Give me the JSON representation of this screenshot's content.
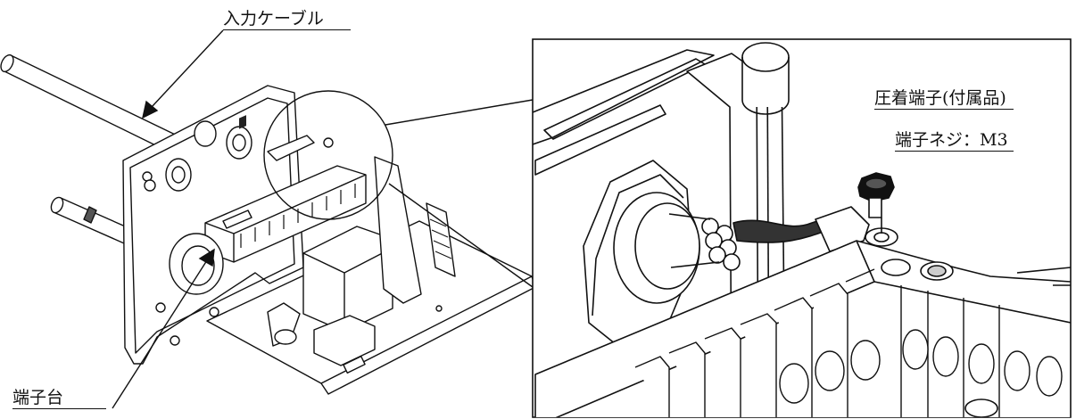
{
  "labels": {
    "input_cable": "入力ケーブル",
    "terminal_block": "端子台",
    "crimp_terminal": "圧着端子(付属品)",
    "terminal_screw": "端子ネジ：M3"
  },
  "colors": {
    "line": "#111111",
    "fill": "#ffffff",
    "shade": "#8a8a8a",
    "dark": "#222222"
  }
}
